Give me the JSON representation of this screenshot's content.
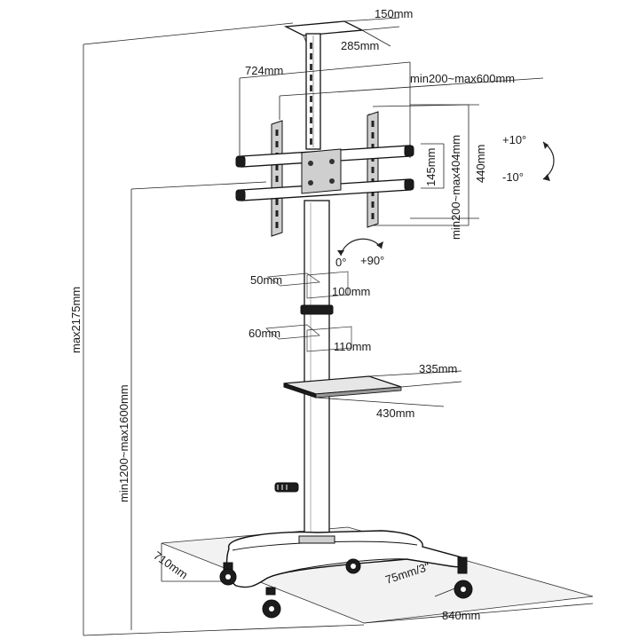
{
  "labels": {
    "camera_shelf_depth": "150mm",
    "camera_shelf_width": "285mm",
    "bracket_width": "724mm",
    "vesa_horizontal": "min200~max600mm",
    "vesa_vertical": "min200~max404mm",
    "bracket_height": "440mm",
    "arm_spacing": "145mm",
    "tilt_up": "+10°",
    "tilt_down": "-10°",
    "rotate_start": "0°",
    "rotate_end": "+90°",
    "clamp_upper_depth": "50mm",
    "clamp_upper_width": "100mm",
    "clamp_lower_depth": "60mm",
    "clamp_lower_width": "110mm",
    "shelf_depth": "335mm",
    "shelf_width": "430mm",
    "total_height": "max2175mm",
    "mount_height": "min1200~max1600mm",
    "base_depth": "710mm",
    "caster_size": "75mm/3\"",
    "base_width": "840mm"
  }
}
